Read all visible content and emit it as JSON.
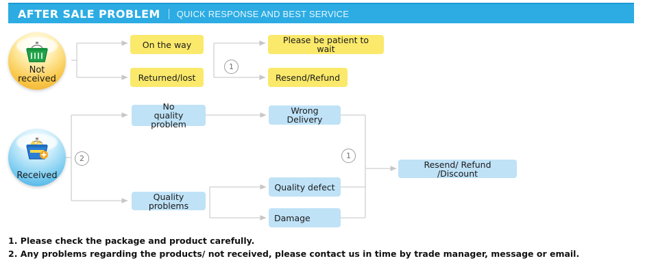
{
  "header": {
    "title": "AFTER SALE PROBLEM",
    "subtitle": "QUICK RESPONSE AND BEST SERVICE",
    "bar_color": "#2cace3",
    "title_color": "#ffffff"
  },
  "stages": [
    {
      "id": "not-received",
      "label_line1": "Not",
      "label_line2": "received",
      "icon": "shopping-basket-icon",
      "color": "#f9c84a"
    },
    {
      "id": "received",
      "label_line1": "Received",
      "label_line2": "",
      "icon": "filled-shopping-basket-icon",
      "color": "#73c8ef"
    }
  ],
  "flow": {
    "not_received_branch": {
      "options": [
        {
          "id": "on-the-way",
          "label": "On the way",
          "color": "#fae96b"
        },
        {
          "id": "returned-lost",
          "label": "Returned/lost",
          "color": "#fae96b"
        }
      ],
      "outcomes": [
        {
          "id": "please-wait",
          "label": "Please be patient to wait",
          "color": "#fae96b"
        },
        {
          "id": "resend-refund",
          "label": "Resend/Refund",
          "color": "#fae96b"
        }
      ],
      "marker": "1"
    },
    "received_branch": {
      "marker": "2",
      "options": [
        {
          "id": "no-quality-problem",
          "label_line1": "No",
          "label_line2": "quality problem",
          "color": "#bfe2f7"
        },
        {
          "id": "quality-problems",
          "label_line1": "Quality problems",
          "label_line2": "",
          "color": "#bfe2f7"
        }
      ],
      "issues": [
        {
          "id": "wrong-delivery",
          "label": "Wrong Delivery",
          "color": "#bfe2f7"
        },
        {
          "id": "quality-defect",
          "label": "Quality defect",
          "color": "#bfe2f7"
        },
        {
          "id": "damage",
          "label": "Damage",
          "color": "#bfe2f7"
        }
      ],
      "resolution": {
        "id": "resend-refund-discount",
        "label": "Resend/ Refund /Discount",
        "color": "#bfe2f7"
      },
      "resolution_marker": "1"
    }
  },
  "notes": [
    "1. Please check the package and product carefully.",
    "2. Any problems regarding the products/ not received, please contact us in time by trade manager, message or email."
  ]
}
